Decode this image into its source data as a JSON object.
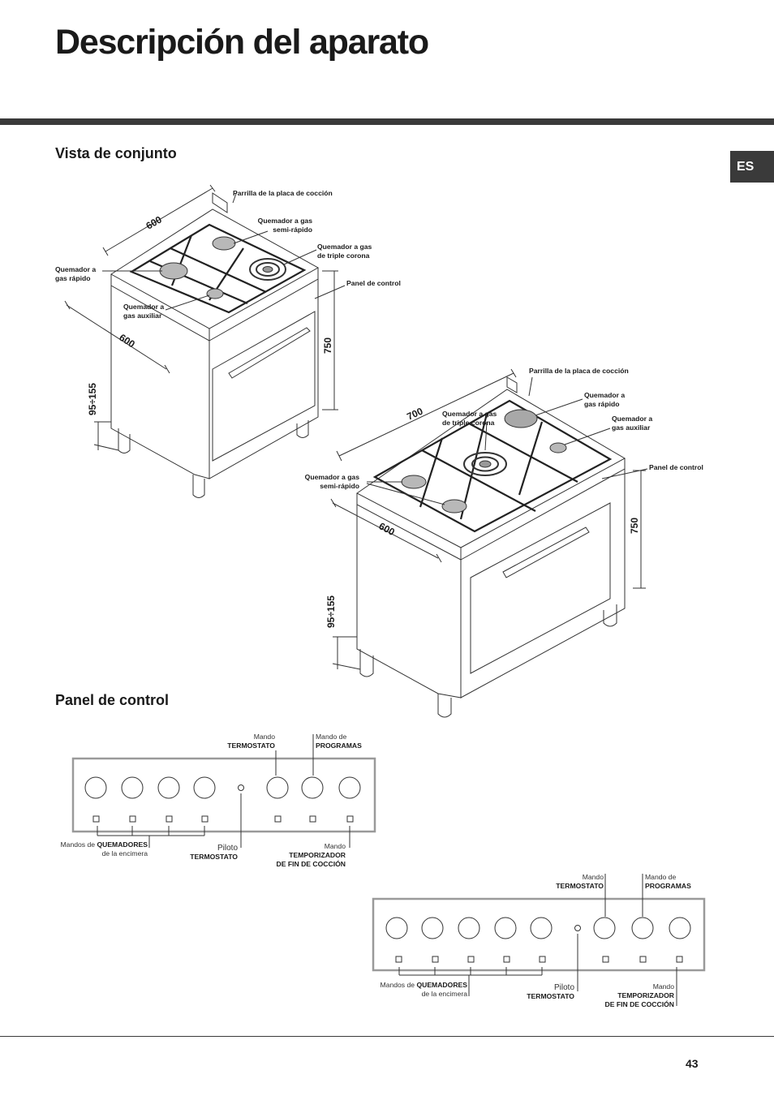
{
  "page": {
    "title": "Descripción del aparato",
    "language_tab": "ES",
    "page_number": "43"
  },
  "overview": {
    "heading": "Vista de conjunto",
    "cooker_small": {
      "labels": {
        "grid": "Parrilla de la placa de cocción",
        "semi_rapid_1": "Quemador a gas",
        "semi_rapid_2": "semi-rápido",
        "triple_1": "Quemador a gas",
        "triple_2": "de triple corona",
        "rapid_1": "Quemador a",
        "rapid_2": "gas rápido",
        "auxiliary_1": "Quemador a",
        "auxiliary_2": "gas auxiliar",
        "control_panel": "Panel de control"
      },
      "dimensions": {
        "depth": "600",
        "width": "600",
        "height": "750",
        "legs": "95÷155"
      }
    },
    "cooker_large": {
      "labels": {
        "grid": "Parrilla de la placa de cocción",
        "rapid_1": "Quemador a",
        "rapid_2": "gas rápido",
        "triple_1": "Quemador a gas",
        "triple_2": "de triple corona",
        "auxiliary_1": "Quemador a",
        "auxiliary_2": "gas auxiliar",
        "semi_rapid_1": "Quemador a gas",
        "semi_rapid_2": "semi-rápido",
        "control_panel": "Panel de control"
      },
      "dimensions": {
        "width": "700",
        "depth": "600",
        "height": "750",
        "legs": "95÷155"
      }
    }
  },
  "control_panel": {
    "heading": "Panel de control",
    "panel_a": {
      "thermostat_knob": {
        "prefix": "Mando",
        "name": "TERMOSTATO"
      },
      "programs_knob": {
        "prefix": "Mando de",
        "name": "PROGRAMAS"
      },
      "hob_burner_knobs": {
        "prefix": "Mandos de",
        "name": "QUEMADORES",
        "suffix": "de la encimera"
      },
      "thermostat_light": {
        "prefix": "Piloto",
        "name": "TERMOSTATO"
      },
      "end_timer_knob": {
        "prefix": "Mando",
        "name_1": "TEMPORIZADOR",
        "name_2": "DE FIN DE COCCIÓN"
      }
    },
    "panel_b": {
      "thermostat_knob": {
        "prefix": "Mando",
        "name": "TERMOSTATO"
      },
      "programs_knob": {
        "prefix": "Mando de",
        "name": "PROGRAMAS"
      },
      "hob_burner_knobs": {
        "prefix": "Mandos de",
        "name": "QUEMADORES",
        "suffix": "de la encimera"
      },
      "thermostat_light": {
        "prefix": "Piloto",
        "name": "TERMOSTATO"
      },
      "end_timer_knob": {
        "prefix": "Mando",
        "name_1": "TEMPORIZADOR",
        "name_2": "DE FIN DE COCCIÓN"
      }
    }
  },
  "colors": {
    "rule": "#3a3a3a",
    "line": "#333333",
    "panel_border": "#9a9a9a"
  }
}
